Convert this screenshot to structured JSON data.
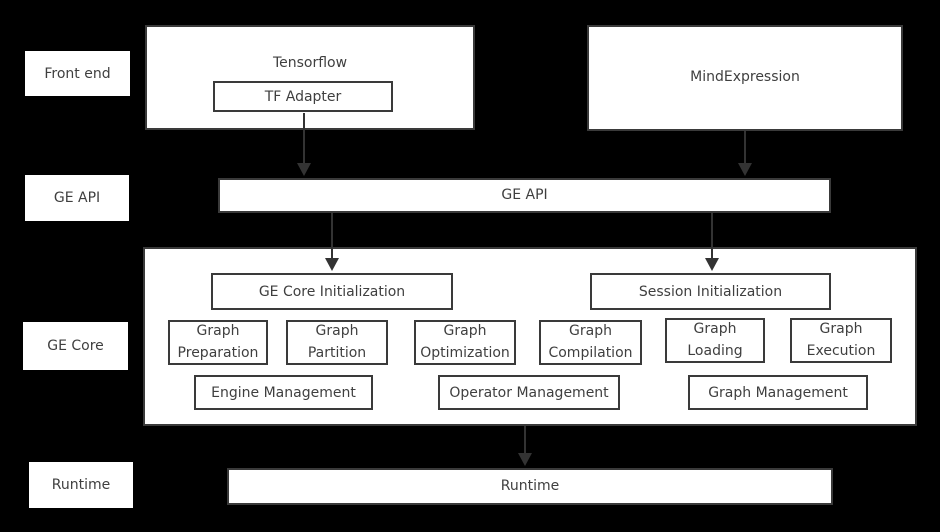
{
  "diagram": {
    "colors": {
      "background": "#000000",
      "box_fill": "#ffffff",
      "border": "#3a3a3a",
      "text": "#3f3f3f",
      "arrow": "#333333"
    },
    "side_labels": {
      "front_end": "Front end",
      "ge_api": "GE API",
      "ge_core": "GE Core",
      "runtime": "Runtime"
    },
    "front_end": {
      "tensorflow": "Tensorflow",
      "tf_adapter": "TF Adapter",
      "mindexpression": "MindExpression"
    },
    "ge_api": {
      "bar_label": "GE API"
    },
    "ge_core": {
      "init_boxes": {
        "ge_core_initialization": "GE Core Initialization",
        "session_initialization": "Session Initialization"
      },
      "function_boxes": [
        "Graph Preparation",
        "Graph Partition",
        "Graph Optimization",
        "Graph Compilation",
        "Graph Loading",
        "Graph Execution"
      ],
      "management_boxes": [
        "Engine Management",
        "Operator Management",
        "Graph Management"
      ]
    },
    "runtime": {
      "bar_label": "Runtime"
    }
  }
}
